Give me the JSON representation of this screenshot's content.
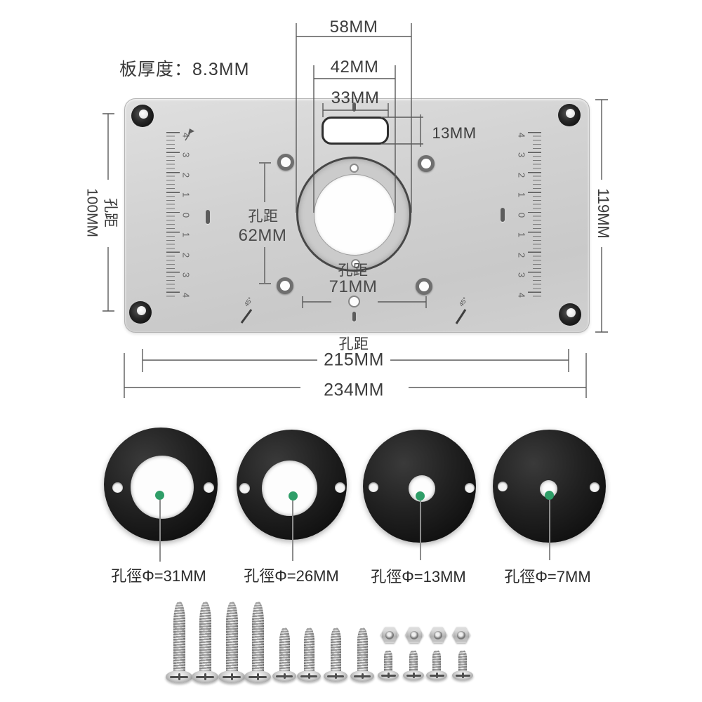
{
  "plate": {
    "thickness_label": "板厚度：8.3MM",
    "ruler_labels": [
      "4",
      "3",
      "2",
      "1",
      "0",
      "1",
      "2",
      "3",
      "4"
    ],
    "angle_mark": "45°"
  },
  "dims": {
    "d58": "58MM",
    "d42": "42MM",
    "d33": "33MM",
    "d13": "13MM",
    "left_label": "孔距",
    "left_value": "100MM",
    "right_value": "119MM",
    "v62_label": "孔距",
    "v62_value": "62MM",
    "h71_label": "孔距",
    "h71_value": "71MM",
    "b215_label": "孔距",
    "b215_value": "215MM",
    "b234_value": "234MM"
  },
  "rings": [
    {
      "label": "孔徑Φ=31MM"
    },
    {
      "label": "孔徑Φ=26MM"
    },
    {
      "label": "孔徑Φ=13MM"
    },
    {
      "label": "孔徑Φ=7MM"
    }
  ],
  "hardware": {
    "long_screws": 4,
    "machine_screws": 4,
    "nuts": 4,
    "flat_head_screws": 4
  },
  "colors": {
    "green_dot": "#2f9e68",
    "plate_gray": "#d2d2d2",
    "ring_black": "#161616"
  }
}
